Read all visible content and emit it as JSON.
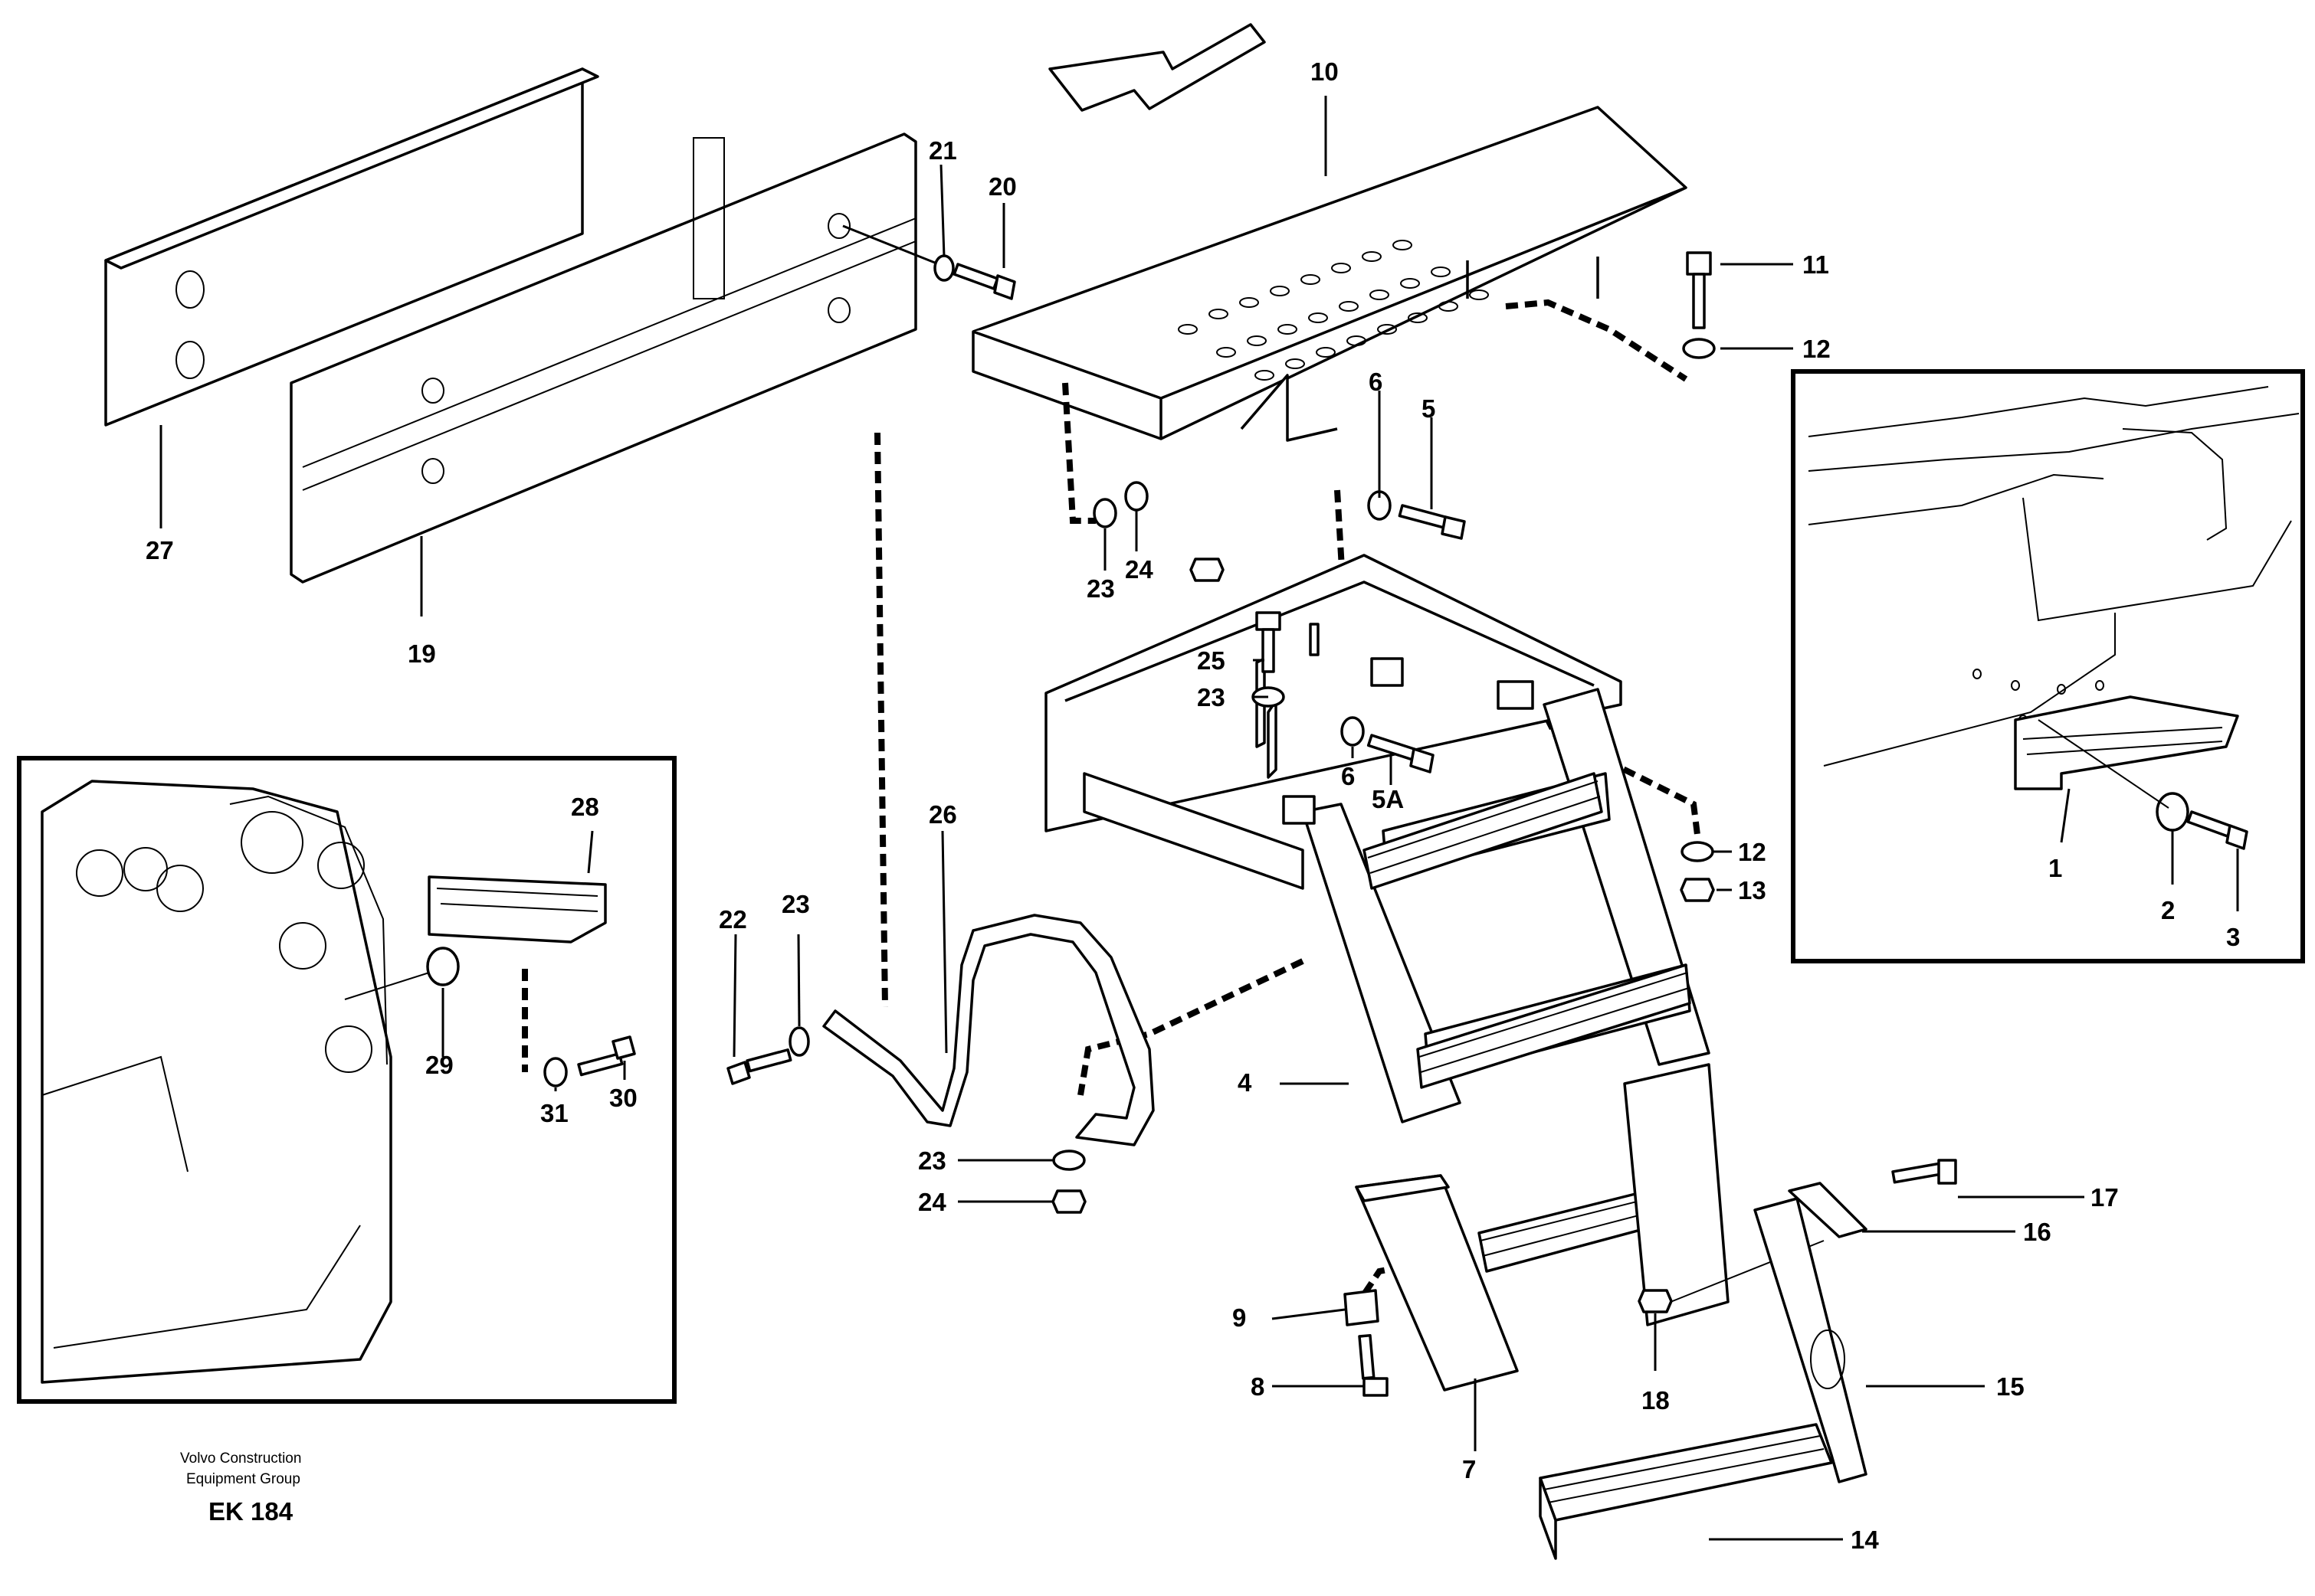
{
  "labels": {
    "l1": "1",
    "l2": "2",
    "l3": "3",
    "l4": "4",
    "l5": "5",
    "l5a": "5A",
    "l6a": "6",
    "l6b": "6",
    "l7": "7",
    "l8": "8",
    "l9": "9",
    "l10": "10",
    "l11": "11",
    "l12a": "12",
    "l12b": "12",
    "l13": "13",
    "l14": "14",
    "l15": "15",
    "l16": "16",
    "l17": "17",
    "l18": "18",
    "l19": "19",
    "l20": "20",
    "l21": "21",
    "l22": "22",
    "l23a": "23",
    "l23b": "23",
    "l23c": "23",
    "l23d": "23",
    "l24a": "24",
    "l24b": "24",
    "l25": "25",
    "l26": "26",
    "l27": "27",
    "l28": "28",
    "l29": "29",
    "l30": "30",
    "l31": "31"
  },
  "footer": {
    "line1": "Volvo Construction",
    "line2": "Equipment Group",
    "code": "EK 184"
  }
}
